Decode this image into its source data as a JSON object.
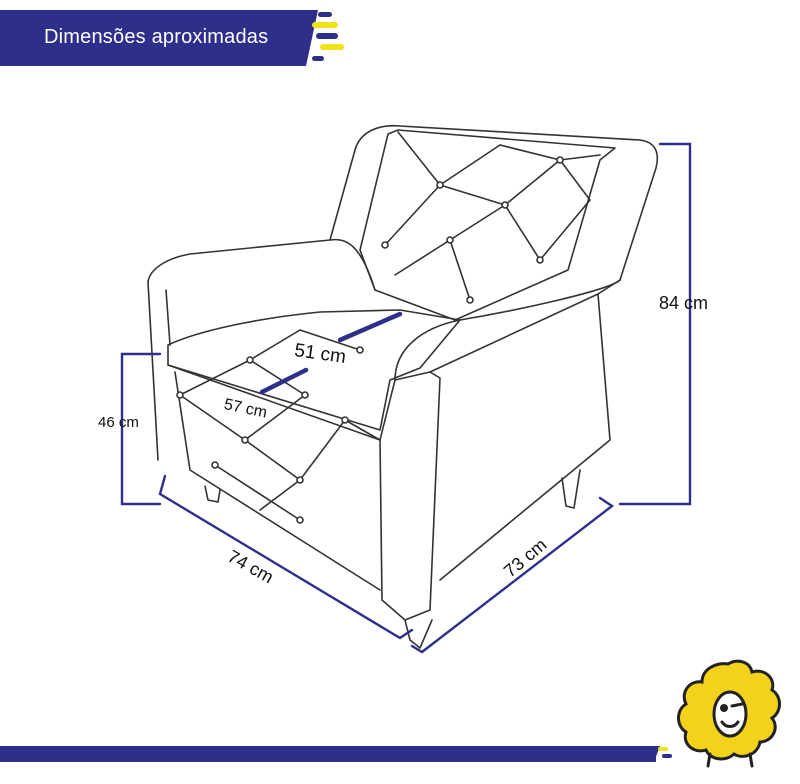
{
  "header": {
    "title": "Dimensões aproximadas",
    "color": "#2e2f8a",
    "accent": "#f2e21a"
  },
  "dimensions": {
    "height_total": "84 cm",
    "seat_height": "46 cm",
    "width": "74 cm",
    "depth": "73 cm",
    "seat_width": "51 cm",
    "seat_depth": "57 cm"
  },
  "product": {
    "type": "armchair-line-drawing"
  },
  "footer": {
    "color": "#2e2f8a"
  },
  "mascot": {
    "icon": "sheep-mascot-icon",
    "color": "#f2d21a"
  }
}
